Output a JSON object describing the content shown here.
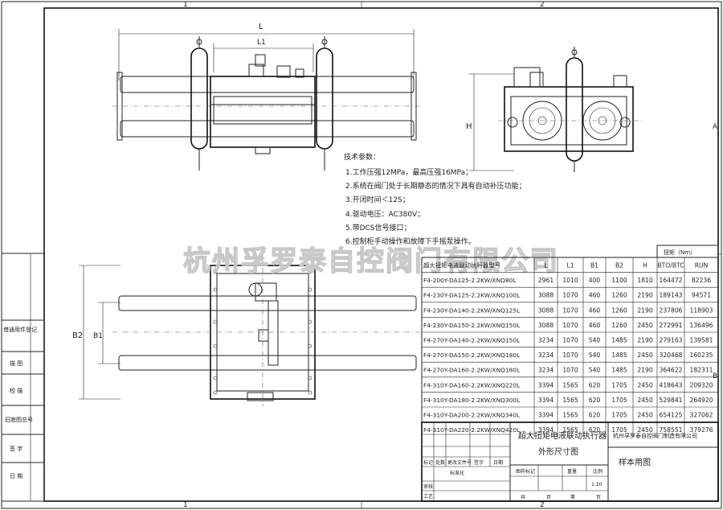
{
  "border": {
    "zone_top": [
      "1",
      "2"
    ],
    "zone_side": [
      "A",
      "B"
    ]
  },
  "dimensions": {
    "L": "L",
    "L1": "L1",
    "H": "H",
    "B1": "B1",
    "B2": "B2"
  },
  "tech": {
    "title": "技术参数：",
    "items": [
      "1.工作压强12MPa，最高压强16MPa；",
      "2.系统在阀门处于长期静态的情况下具有自动补压功能；",
      "3.开闭时间＜12S；",
      "4.驱动电压：AC380V；",
      "5.带DCS信号接口；",
      "6.控制柜手动操作和故障下手摇泵操作。"
    ]
  },
  "watermark": "杭州孚罗泰自控阀门有限公司",
  "torque_label": "扭矩（Nm）",
  "table": {
    "headers": [
      "超大扭矩电液联动执行器型号",
      "L",
      "L1",
      "B1",
      "B2",
      "H",
      "BTO/BTC",
      "RUN"
    ],
    "rows": [
      [
        "F4-200Y-DA125-2.2KW/XNQ80L",
        "2961",
        "1010",
        "400",
        "1100",
        "1810",
        "164472",
        "82236"
      ],
      [
        "F4-230Y-DA125-2.2KW/XNQ100L",
        "3088",
        "1070",
        "460",
        "1260",
        "2190",
        "189143",
        "94571"
      ],
      [
        "F4-230Y-DA140-2.2KW/XNQ125L",
        "3088",
        "1070",
        "460",
        "1260",
        "2190",
        "237806",
        "118903"
      ],
      [
        "F4-230Y-DA150-2.2KW/XNQ150L",
        "3088",
        "1070",
        "460",
        "1260",
        "2450",
        "272991",
        "136496"
      ],
      [
        "F4-270Y-DA140-2.2KW/XNQ150L",
        "3234",
        "1070",
        "540",
        "1485",
        "2190",
        "279163",
        "139581"
      ],
      [
        "F4-270Y-DA150-2.2KW/XNQ180L",
        "3234",
        "1070",
        "540",
        "1485",
        "2450",
        "320468",
        "160235"
      ],
      [
        "F4-270Y-DA160-2.2KW/XNQ180L",
        "3234",
        "1070",
        "540",
        "1485",
        "2190",
        "364622",
        "182311"
      ],
      [
        "F4-310Y-DA160-2.2KW/XNQ220L",
        "3394",
        "1565",
        "620",
        "1705",
        "2450",
        "418643",
        "209320"
      ],
      [
        "F4-310Y-DA180-2.2KW/XNQ300L",
        "3394",
        "1565",
        "620",
        "1705",
        "2450",
        "529841",
        "264920"
      ],
      [
        "F4-310Y-DA200-2.2KW/XNQ340L",
        "3394",
        "1565",
        "620",
        "1705",
        "2450",
        "654125",
        "327062"
      ],
      [
        "F4-310Y-DA220-2.2KW/XNQ420L",
        "3394",
        "1565",
        "620",
        "1705",
        "2450",
        "758551",
        "379276"
      ]
    ]
  },
  "title_block": {
    "drawing_title": "超大扭矩电液联动执行器",
    "drawing_subtitle": "外形尺寸图",
    "company": "杭州孚罗泰自控阀门制造有限公司",
    "sample": "样本用图",
    "rev_labels": [
      "标记",
      "处数",
      "更改文件号",
      "签字",
      "日期"
    ],
    "drawing_label": "图样标记",
    "weight_label": "重量",
    "scale_label": "比例",
    "scale_value": "1:20",
    "approve_labels": [
      "审核",
      "工艺",
      "标准化"
    ],
    "sheet_labels": [
      "共",
      "页",
      "第",
      "页"
    ]
  },
  "side_block": [
    "借通用件登记",
    "描  图",
    "校  描",
    "旧底图总号",
    "签  字",
    "日  期"
  ]
}
